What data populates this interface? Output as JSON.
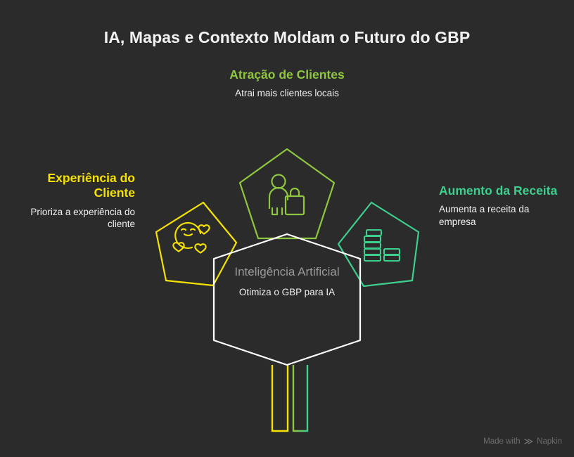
{
  "page": {
    "background_color": "#2b2b2b",
    "title": "IA, Mapas e Contexto Moldam o Futuro do GBP"
  },
  "colors": {
    "green": "#8ec63f",
    "yellow": "#f5e200",
    "teal": "#3ecf8e",
    "white": "#f0f0f0",
    "hub_title": "#9a9a9a",
    "background": "#2b2b2b"
  },
  "nodes": {
    "attraction": {
      "heading": "Atração de Clientes",
      "description": "Atrai mais clientes locais",
      "color": "#8ec63f",
      "icon": "person-shopping-bag-icon"
    },
    "experience": {
      "heading": "Experiência do Cliente",
      "description": "Prioriza a experiência do cliente",
      "color": "#f5e200",
      "icon": "smiling-face-hearts-icon"
    },
    "revenue": {
      "heading": "Aumento da Receita",
      "description": "Aumenta a receita da empresa",
      "color": "#3ecf8e",
      "icon": "coins-stack-icon"
    },
    "hub": {
      "heading": "Inteligência Artificial",
      "description": "Otimiza o GBP para IA",
      "color": "#ffffff"
    }
  },
  "watermark": {
    "prefix": "Made with",
    "brand": "Napkin",
    "glyph": "≫"
  }
}
